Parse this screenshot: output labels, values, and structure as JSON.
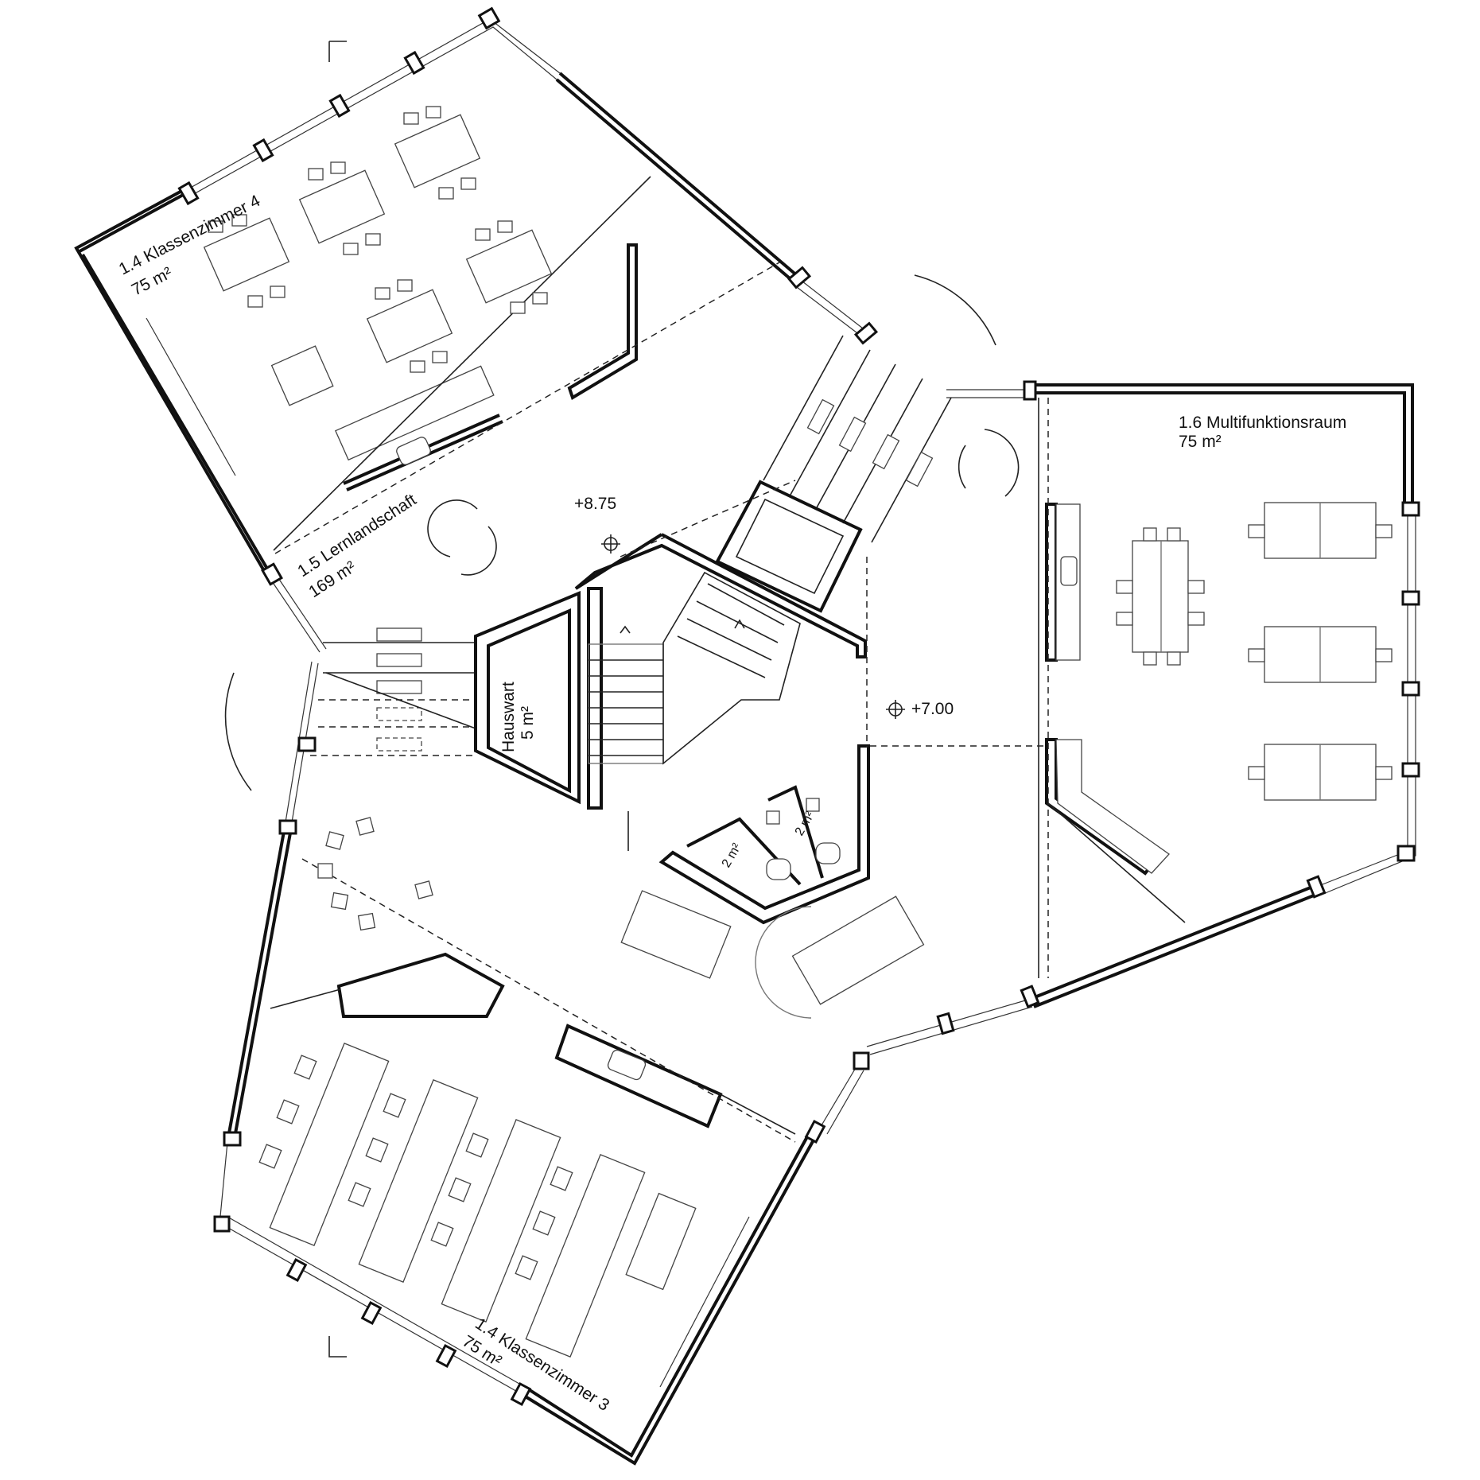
{
  "rooms": {
    "classroom4": {
      "name": "1.4 Klassenzimmer 4",
      "area": "75 m²"
    },
    "classroom3": {
      "name": "1.4 Klassenzimmer 3",
      "area": "75 m²"
    },
    "learning": {
      "name": "1.5 Lernlandschaft",
      "area": "169 m²"
    },
    "multi": {
      "name": "1.6 Multifunktionsraum",
      "area": "75 m²"
    },
    "janitor": {
      "name": "Hauswart",
      "area": "5 m²"
    },
    "wc1": {
      "area": "2 m²"
    },
    "wc2": {
      "area": "2 m²"
    }
  },
  "levels": {
    "upper": "+8.75",
    "floor": "+7.00"
  }
}
